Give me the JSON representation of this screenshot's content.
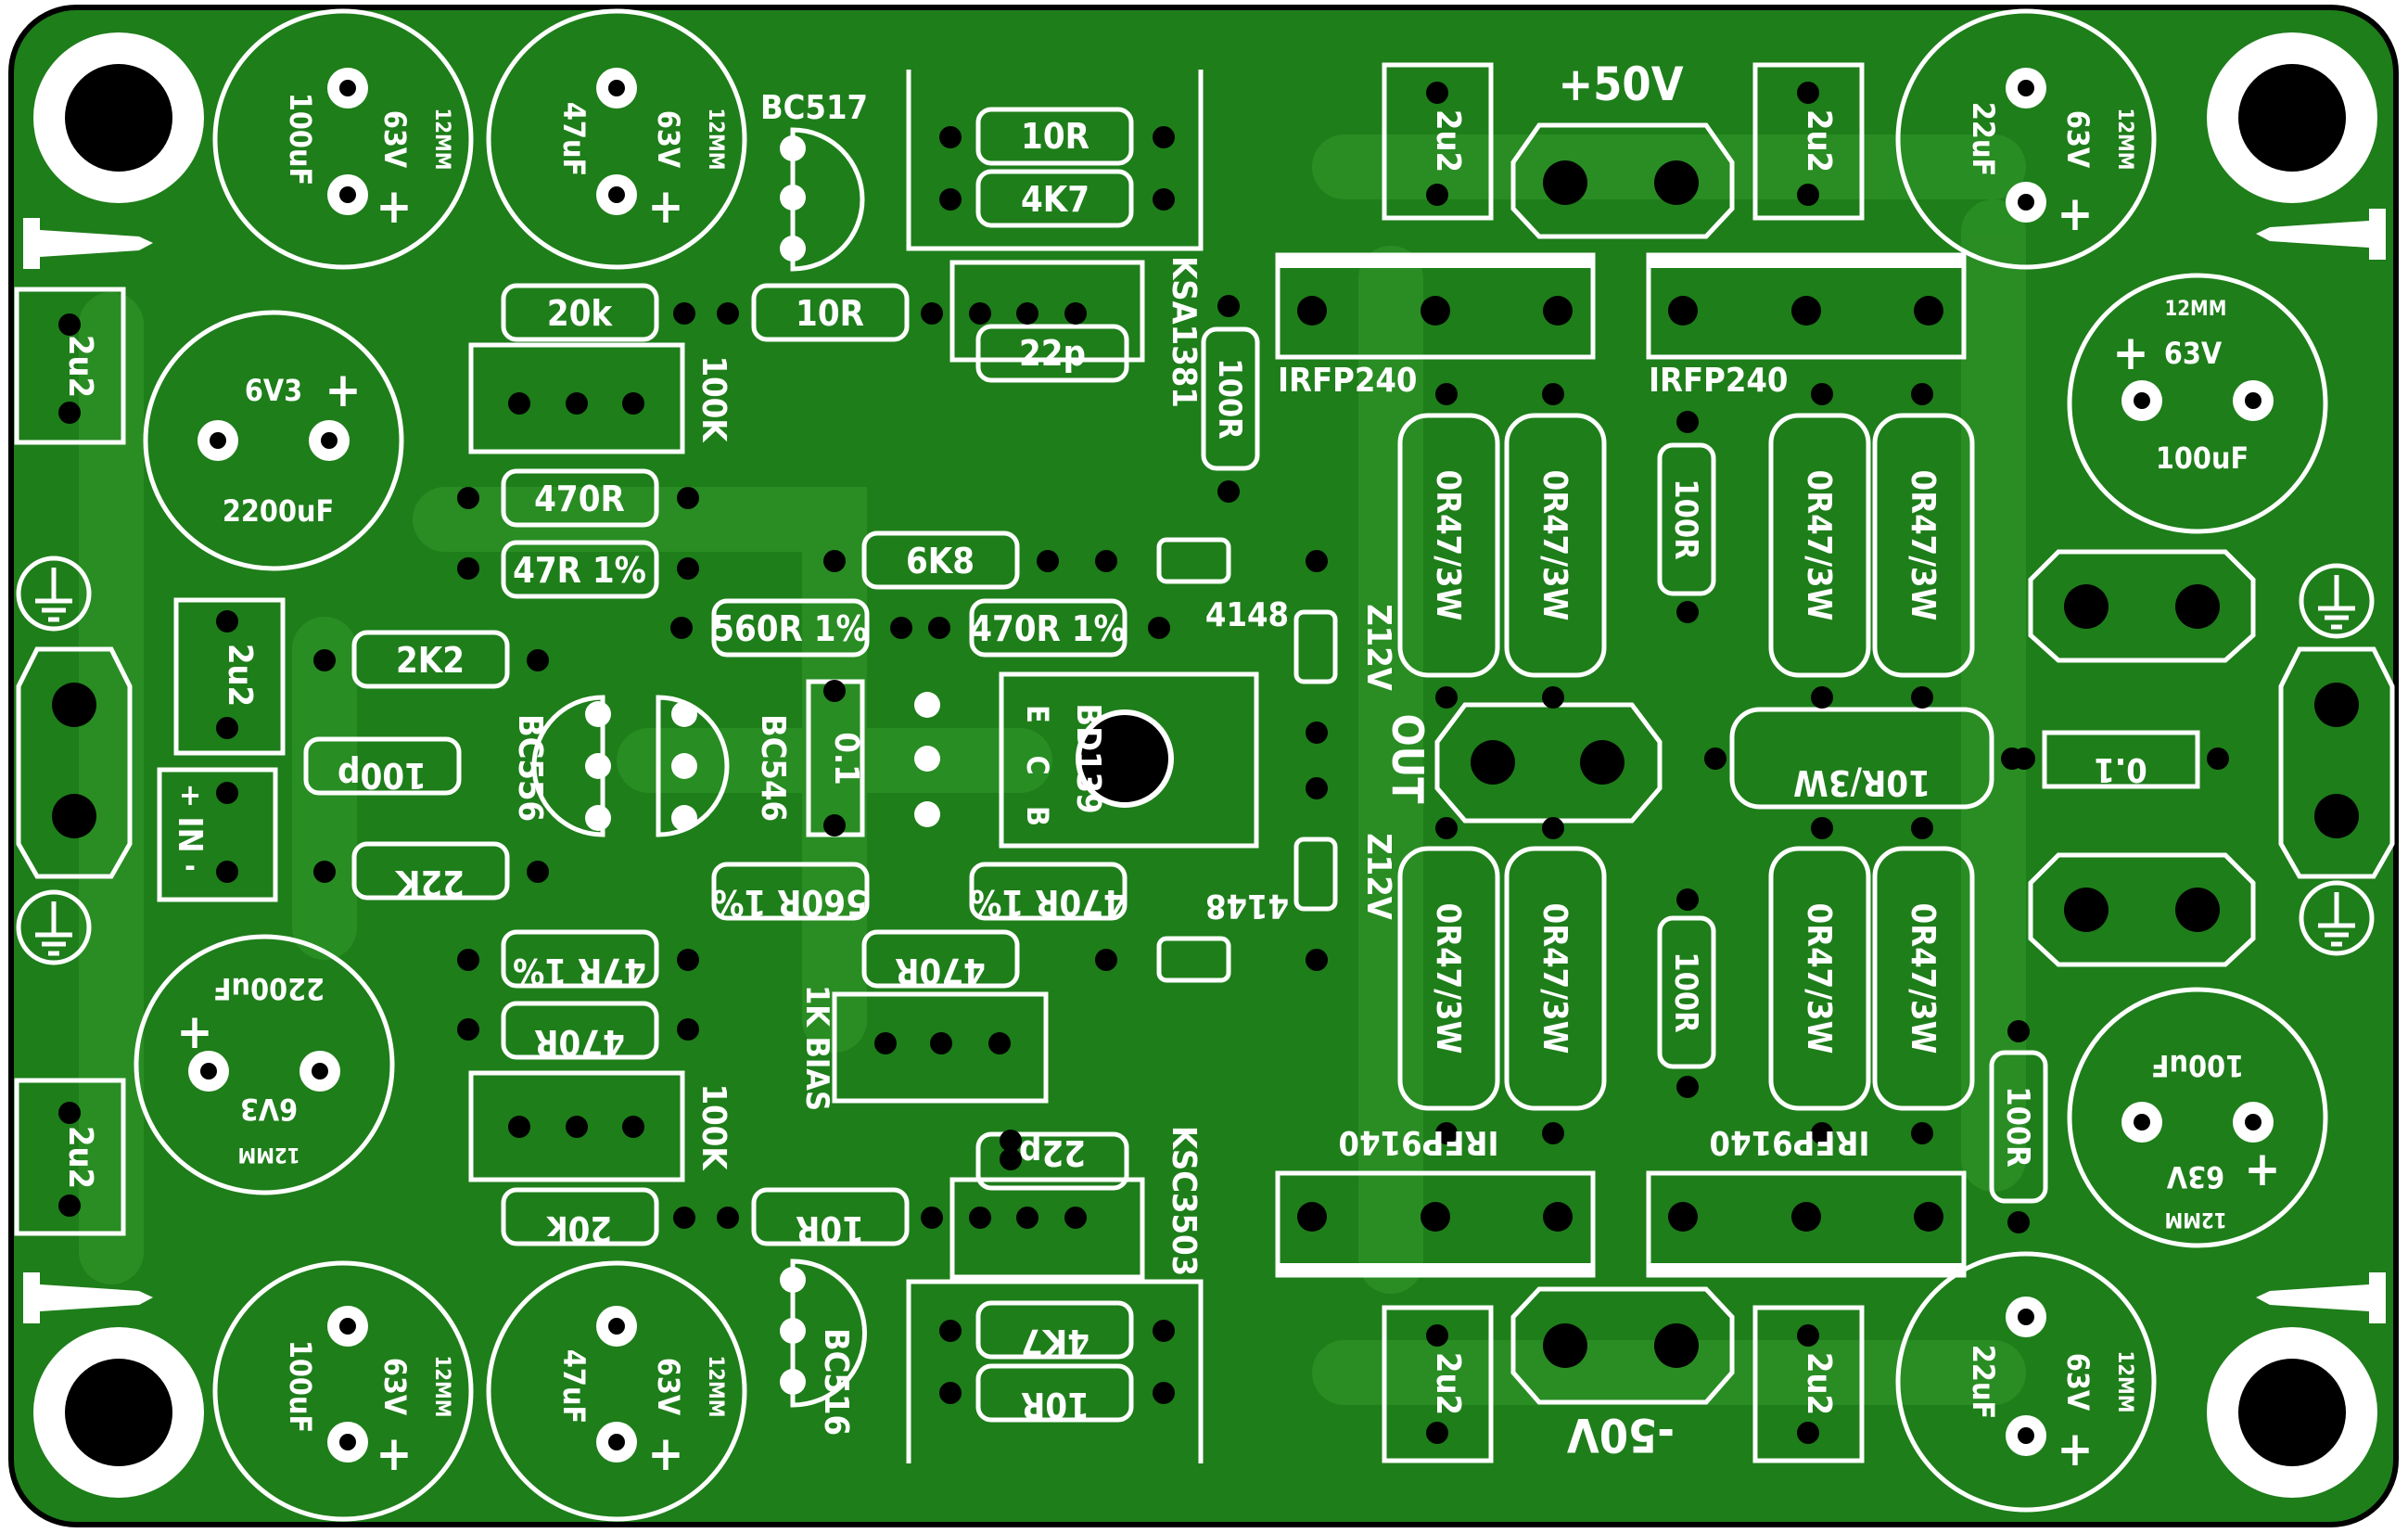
{
  "colors": {
    "board": "#1e7e1a",
    "trace": "#2a8f25",
    "silkscreen": "#ffffff",
    "pad": "#0d5c0b",
    "hole": "#000000",
    "outline": "#000000"
  },
  "connectors": {
    "positive_supply": "+50V",
    "negative_supply": "-50V",
    "output": "OUT",
    "input": "IN",
    "input_plus": "+",
    "input_minus": "-"
  },
  "semiconductors": {
    "q_bc517": "BC517",
    "q_bc516": "BC516",
    "q_bc556": "BC556",
    "q_bc546": "BC546",
    "q_bd139": "BD139",
    "bd139_e": "E",
    "bd139_c": "C",
    "bd139_b": "B",
    "q_ksa1381": "KSA1381",
    "q_ksc3503": "KSC3503",
    "q_irfp240_a": "IRFP240",
    "q_irfp240_b": "IRFP240",
    "q_irfp9140_a": "IRFP9140",
    "q_irfp9140_b": "IRFP9140",
    "d_4148_top": "4148",
    "d_4148_bottom": "4148",
    "z_top": "Z12V",
    "z_bottom": "Z12V"
  },
  "resistors": {
    "r_10r_a": "10R",
    "r_4k7_a": "4K7",
    "r_20k_top": "20k",
    "r_10r_b": "10R",
    "r_470r_top": "470R",
    "r_47r_top": "47R 1%",
    "r_6k8": "6K8",
    "r_560r_top": "560R 1%",
    "r_470r1_top": "470R 1%",
    "r_2k2": "2K2",
    "r_22k": "22K",
    "r_560r_bot": "560R 1%",
    "r_470r1_bot": "470R 1%",
    "r_47r_bot": "47R 1%",
    "r_470r_bot": "470R",
    "r_470r_mid": "470R",
    "r_20k_bot": "20k",
    "r_10r_c": "10R",
    "r_4k7_b": "4K7",
    "r_10r_d": "10R",
    "r_100r_a": "100R",
    "r_100r_b": "100R",
    "r_100r_c": "100R",
    "r_100r_d": "100R",
    "r_0r47_1": "0R47/3W",
    "r_0r47_2": "0R47/3W",
    "r_0r47_3": "0R47/3W",
    "r_0r47_4": "0R47/3W",
    "r_0r47_5": "0R47/3W",
    "r_0r47_6": "0R47/3W",
    "r_0r47_7": "0R47/3W",
    "r_0r47_8": "0R47/3W",
    "r_10r3w": "10R/3W"
  },
  "trimmers": {
    "pot_top": "100K",
    "pot_bottom": "100K",
    "pot_bias": "1K BIAS"
  },
  "capacitors": {
    "c_2u2_1": "2u2",
    "c_2u2_2": "2u2",
    "c_2u2_3": "2u2",
    "c_2u2_4": "2u2",
    "c_2u2_5": "2u2",
    "c_2u2_6": "2u2",
    "c_2u2_7": "2u2",
    "c_22p_top": "22p",
    "c_22p_bot": "22p",
    "c_100p": "100p",
    "c_0_1_mid": "0.1",
    "c_0_1_right": "0.1"
  },
  "electrolytics": {
    "e_tl_100uF": {
      "value": "100uF",
      "voltage": "63V",
      "size": "12MM",
      "polarity": "+"
    },
    "e_tl_47uF": {
      "value": "47uF",
      "voltage": "63V",
      "size": "12MM",
      "polarity": "+"
    },
    "e_bl_100uF": {
      "value": "100uF",
      "voltage": "63V",
      "size": "12MM",
      "polarity": "+"
    },
    "e_bl_47uF": {
      "value": "47uF",
      "voltage": "63V",
      "size": "12MM",
      "polarity": "+"
    },
    "e_l_2200_top": {
      "value": "2200uF",
      "voltage": "6V3",
      "size": "",
      "polarity": "+"
    },
    "e_l_2200_bot": {
      "value": "2200uF",
      "voltage": "6V3",
      "size": "12MM",
      "polarity": "+"
    },
    "e_tr_22uF": {
      "value": "22uF",
      "voltage": "63V",
      "size": "12MM",
      "polarity": "+"
    },
    "e_r_100uF_top": {
      "value": "100uF",
      "voltage": "63V",
      "size": "12MM",
      "polarity": "+"
    },
    "e_r_100uF_bot": {
      "value": "100uF",
      "voltage": "63V",
      "size": "12MM",
      "polarity": "+"
    },
    "e_br_22uF": {
      "value": "22uF",
      "voltage": "63V",
      "size": "12MM",
      "polarity": "+"
    }
  }
}
